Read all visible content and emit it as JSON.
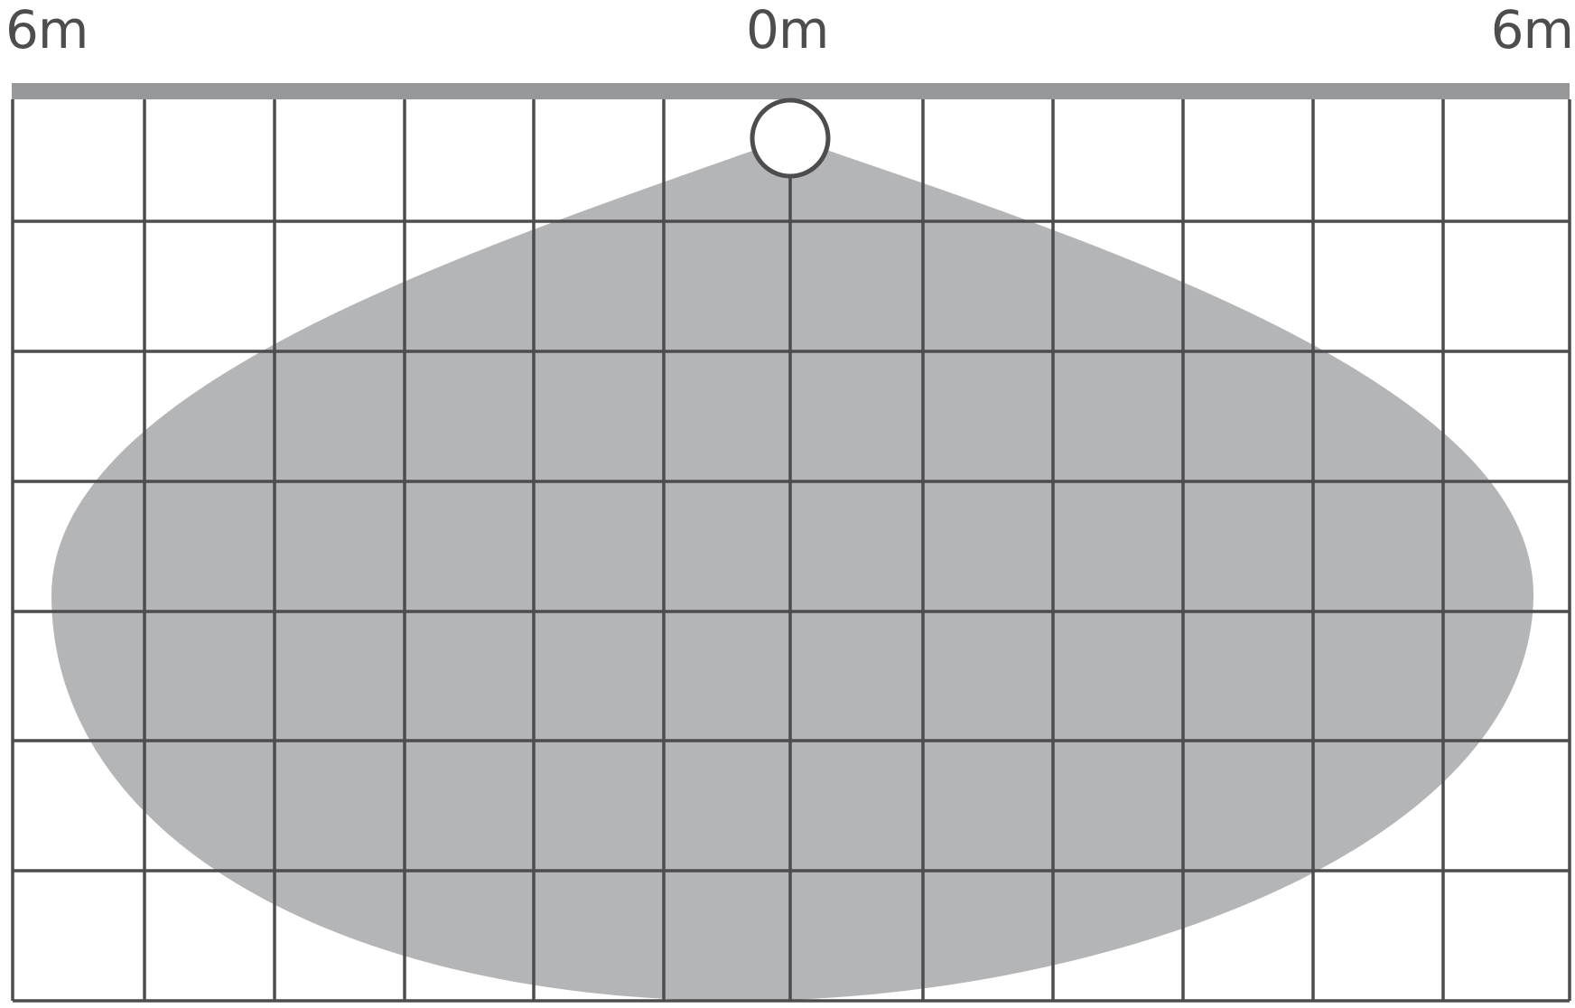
{
  "scale": {
    "left_label": "6m",
    "center_label": "0m",
    "right_label": "6m"
  },
  "colors": {
    "grid_line": "#4d4d4f",
    "coverage_fill": "#b4b5b7",
    "ceiling_bar": "#97989a",
    "sensor_fill": "#ffffff",
    "sensor_stroke": "#4d4d4f",
    "label_text": "#4d4d4f"
  },
  "grid": {
    "columns": 12,
    "rows": 7
  },
  "icons": {
    "sensor": "sensor-circle-icon"
  }
}
